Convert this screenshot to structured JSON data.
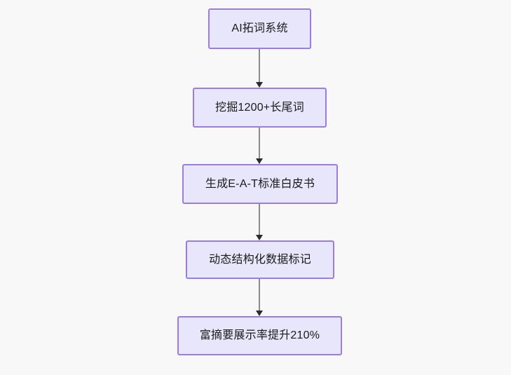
{
  "diagram": {
    "type": "flowchart",
    "orientation": "top-to-bottom",
    "background_color": "#f8f8f8",
    "node_fill_color": "#e8e6fb",
    "node_border_color": "#9c7ce0",
    "node_text_color": "#1a1a1a",
    "edge_line_color": "#8d8d8d",
    "edge_arrow_color": "#2b2b2b",
    "nodes": [
      {
        "id": "n0",
        "label": "AI拓词系统"
      },
      {
        "id": "n1",
        "label": "挖掘1200+长尾词"
      },
      {
        "id": "n2",
        "label": "生成E-A-T标准白皮书"
      },
      {
        "id": "n3",
        "label": "动态结构化数据标记"
      },
      {
        "id": "n4",
        "label": "富摘要展示率提升210%"
      }
    ],
    "edges": [
      {
        "from": "n0",
        "to": "n1",
        "label": ""
      },
      {
        "from": "n1",
        "to": "n2",
        "label": ""
      },
      {
        "from": "n2",
        "to": "n3",
        "label": ""
      },
      {
        "from": "n3",
        "to": "n4",
        "label": ""
      }
    ]
  }
}
